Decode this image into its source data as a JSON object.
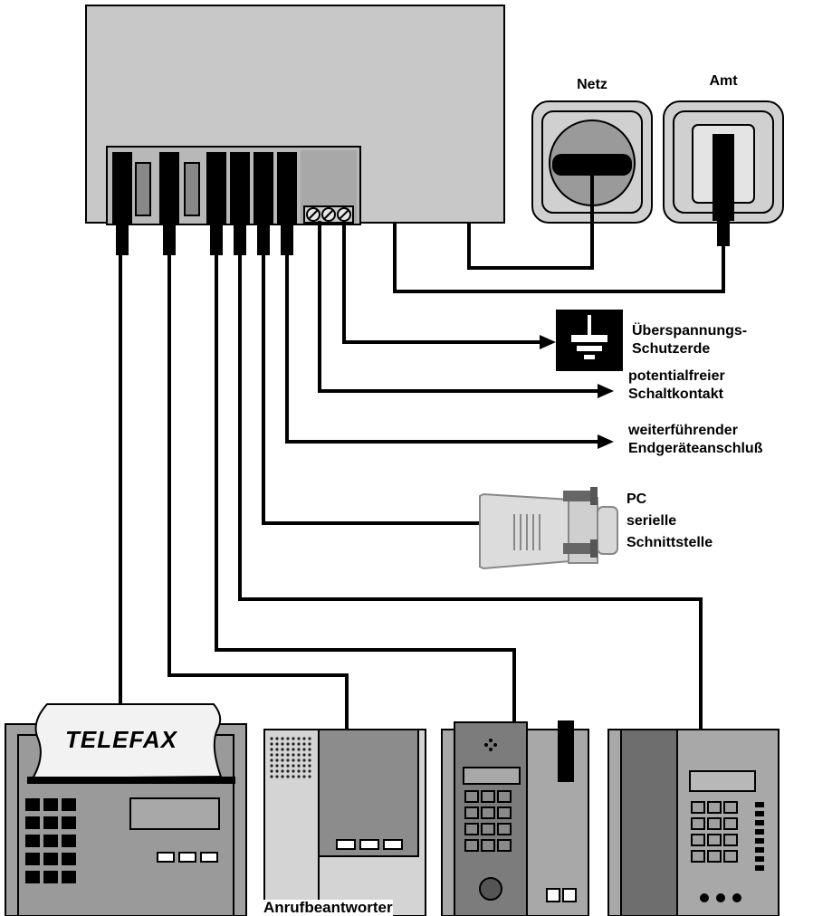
{
  "sockets": {
    "netz_label": "Netz",
    "amt_label": "Amt"
  },
  "outputs": {
    "surge_line1": "Überspannungs-",
    "surge_line2": "Schutzerde",
    "switch_line1": "potentialfreier",
    "switch_line2": "Schaltkontakt",
    "terminal_line1": "weiterführender",
    "terminal_line2": "Endgeräteanschluß",
    "pc_line1": "PC",
    "pc_line2": "serielle",
    "pc_line3": "Schnittstelle"
  },
  "devices": {
    "fax_text": "TELEFAX",
    "answering_machine_label": "Anrufbeantworter"
  },
  "colors": {
    "housing": "#c8c8c8",
    "device_body": "#9a9a9a",
    "dark": "#000000",
    "panel": "#b4b4b4",
    "pc_plug": "#dcdcdc"
  }
}
